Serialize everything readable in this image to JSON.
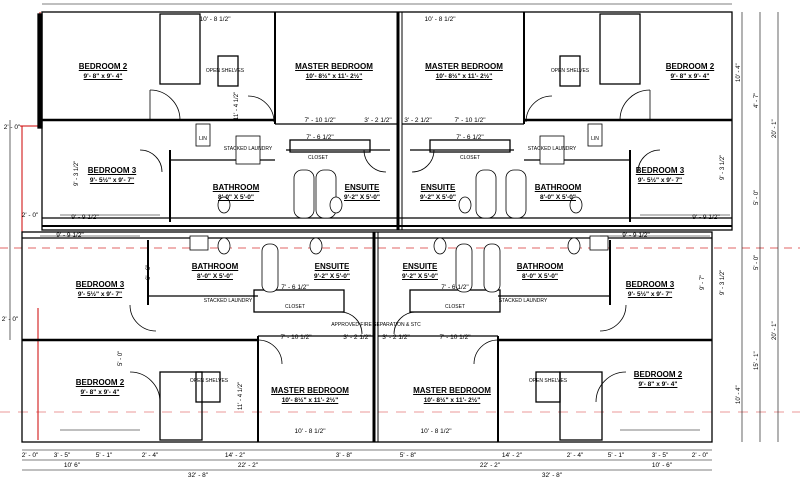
{
  "units": {
    "top_left": {
      "br2": [
        "BEDROOM 2",
        "9'- 8\" x 9'- 4\""
      ],
      "master": [
        "MASTER BEDROOM",
        "10'- 8½\" x 11'- 2½\""
      ],
      "br3": [
        "BEDROOM 3",
        "9'- 5½\" x 9'- 7\""
      ],
      "bath": [
        "BATHROOM",
        "8'-0\" X 5'-0\""
      ],
      "ensuite": [
        "ENSUITE",
        "9'-2\" X 5'-0\""
      ]
    },
    "top_right": {
      "br2": [
        "BEDROOM 2",
        "9'- 8\" x 9'- 4\""
      ],
      "master": [
        "MASTER BEDROOM",
        "10'- 8½\" x 11'- 2½\""
      ],
      "br3": [
        "BEDROOM 3",
        "9'- 5½\" x 9'- 7\""
      ],
      "bath": [
        "BATHROOM",
        "8'-0\" X 5'-0\""
      ],
      "ensuite": [
        "ENSUITE",
        "9'-2\" X 5'-0\""
      ]
    },
    "bottom_left": {
      "br2": [
        "BEDROOM 2",
        "9'- 8\" x 9'- 4\""
      ],
      "master": [
        "MASTER BEDROOM",
        "10'- 8½\" x 11'- 2½\""
      ],
      "br3": [
        "BEDROOM 3",
        "9'- 5½\" x 9'- 7\""
      ],
      "bath": [
        "BATHROOM",
        "8'-0\" X 5'-0\""
      ],
      "ensuite": [
        "ENSUITE",
        "9'-2\" X 5'-0\""
      ]
    },
    "bottom_right": {
      "br2": [
        "BEDROOM 2",
        "9'- 8\" x 9'- 4\""
      ],
      "master": [
        "MASTER BEDROOM",
        "10'- 8½\" x 11'- 2½\""
      ],
      "br3": [
        "BEDROOM 3",
        "9'- 5½\" x 9'- 7\""
      ],
      "bath": [
        "BATHROOM",
        "8'-0\" X 5'-0\""
      ],
      "ensuite": [
        "ENSUITE",
        "9'-2\" X 5'-0\""
      ]
    }
  },
  "small_labels": {
    "closet": "CLOSET",
    "open_shelves": "OPEN SHELVES",
    "stacked_laundry": "STACKED LAUNDRY",
    "lin": "LIN"
  },
  "dims": {
    "top_row": [
      "10' - 8 1/2\"",
      "10' - 8 1/2\""
    ],
    "wall_runs": [
      "9' - 9 1/2\"",
      "9' - 9 1/2\"",
      "9' - 9 1/2\"",
      "9' - 9 1/2\""
    ],
    "corridor": [
      "7' - 10 1/2\"",
      "7' - 10 1/2\"",
      "7' - 10 1/2\"",
      "7' - 10 1/2\""
    ],
    "closet_w": [
      "7' - 6 1/2\"",
      "7' - 6 1/2\"",
      "7' - 6 1/2\"",
      "7' - 6 1/2\""
    ],
    "center_gap": [
      "3' - 2 1/2\"",
      "3' - 2 1/2\"",
      "3' - 2 1/2\"",
      "3' - 2 1/2\""
    ],
    "bottom_row": [
      "10' - 8 1/2\"",
      "10' - 8 1/2\""
    ],
    "bottom_a": [
      "2' - 0\"",
      "3' - 5\"",
      "5' - 1\"",
      "2' - 4\"",
      "14' - 2\"",
      "3' - 8\"",
      "5' - 8\"",
      "14' - 2\"",
      "2' - 4\"",
      "5' - 1\"",
      "3' - 5\"",
      "2' - 0\""
    ],
    "bottom_b": [
      "10' 6\"",
      "22' - 2\"",
      "22' - 2\"",
      "10' - 6\""
    ],
    "bottom_c": [
      "32' - 8\"",
      "32' - 8\""
    ],
    "left_side": [
      "2' - 0\"",
      "2' - 0\"",
      "2' - 0\""
    ],
    "right_side": [
      "10' - 4\"",
      "4' - 7\"",
      "20' - 1\"",
      "9' - 3 1/2\"",
      "5' - 0\"",
      "9' - 7\"",
      "5' - 0\"",
      "9' - 3 1/2\"",
      "20' - 1\"",
      "15' - 1\"",
      "10' - 4\""
    ],
    "left_marks": [
      "6' - 6\"",
      "11' - 4 1/2\"",
      "9' - 3 1/2\"",
      "11' - 4 1/2\"",
      "5' - 0\""
    ],
    "center_note": "APPROVED FIRE SEPARATION & STC"
  },
  "colors": {
    "line": "#000000",
    "guide": "#cc0000",
    "paper": "#ffffff"
  }
}
